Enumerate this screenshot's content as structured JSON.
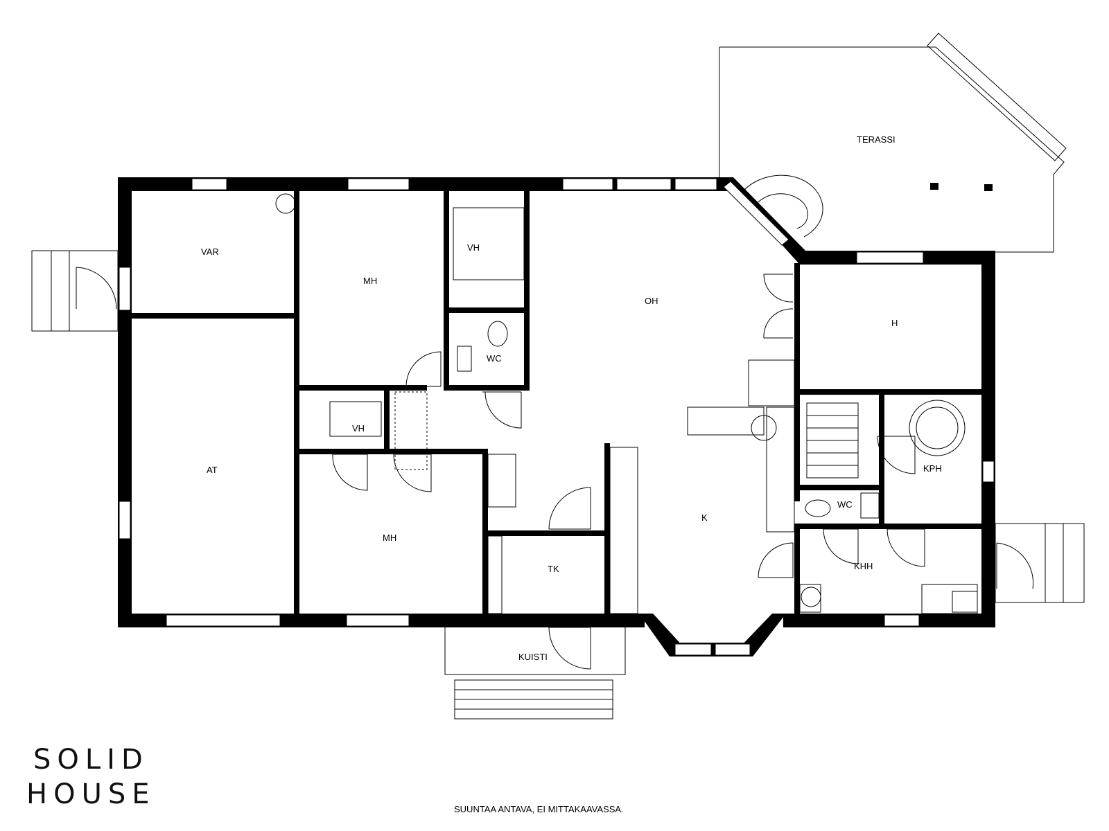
{
  "rooms": {
    "terassi": "TERASSI",
    "var": "VAR",
    "mh_top": "MH",
    "vh_top": "VH",
    "oh": "OH",
    "h": "H",
    "wc_top": "WC",
    "at": "AT",
    "vh_mid": "VH",
    "kph": "KPH",
    "k": "K",
    "wc_mid": "WC",
    "mh_bottom": "MH",
    "tk": "TK",
    "khh": "KHH",
    "kuisti": "KUISTI"
  },
  "logo": {
    "line1": "SOLID",
    "line2": "HOUSE"
  },
  "disclaimer": "SUUNTAA ANTAVA, EI MITTAKAAVASSA."
}
